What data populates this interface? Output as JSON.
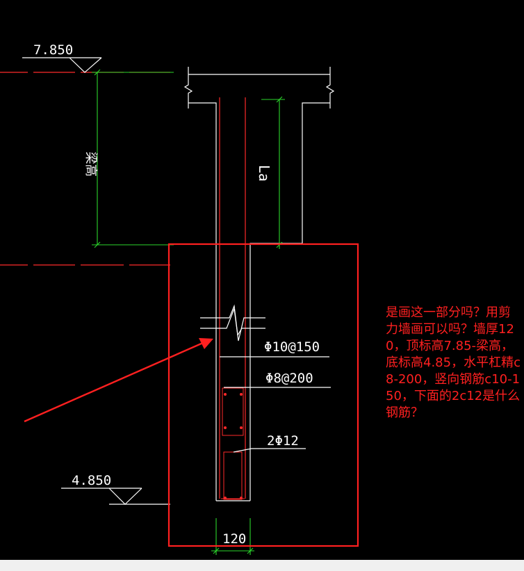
{
  "labels": {
    "elevation_top": "7.850",
    "elevation_bottom": "4.850",
    "beam_height": "梁高",
    "anchor_length": "La",
    "rebar_vertical": "Φ10@150",
    "rebar_horizontal": "Φ8@200",
    "rebar_bottom": "2Φ12",
    "wall_thickness": "120"
  },
  "note": {
    "text": "是画这一部分吗？用剪力墙画可以吗？墙厚120，顶标高7.85-梁高，底标高4.85，水平杠精c8-200，竖向钢筋c10-150，下面的2c12是什么钢筋？"
  },
  "colors": {
    "background": "#000000",
    "line_white": "#ffffff",
    "line_red": "#ff2a2a",
    "line_green": "#2bd62b",
    "annotation_red": "#ff2020"
  }
}
